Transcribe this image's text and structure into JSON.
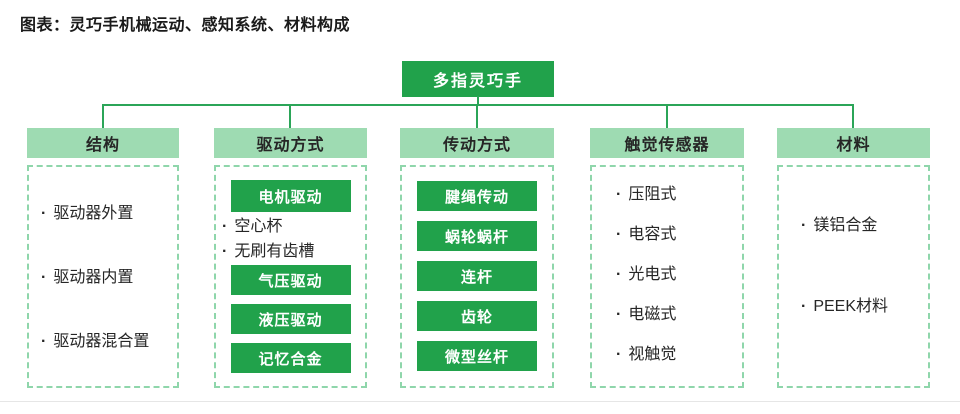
{
  "title": "图表：灵巧手机械运动、感知系统、材料构成",
  "bullet": "·",
  "root_node": "多指灵巧手",
  "colors": {
    "node_green": "#21a24b",
    "header_green": "#9edbb2",
    "dashed_border_green": "#8fd6ab",
    "connector_green": "#2ba558",
    "divider_gray": "#e6e6e6"
  },
  "columns": [
    {
      "header": "结构",
      "items": [
        {
          "style": "bullet",
          "label": "驱动器外置"
        },
        {
          "style": "bullet",
          "label": "驱动器内置"
        },
        {
          "style": "bullet",
          "label": "驱动器混合置"
        }
      ]
    },
    {
      "header": "驱动方式",
      "items": [
        {
          "style": "box",
          "label": "电机驱动"
        },
        {
          "style": "bullet",
          "label": "空心杯"
        },
        {
          "style": "bullet",
          "label": "无刷有齿槽"
        },
        {
          "style": "box",
          "label": "气压驱动"
        },
        {
          "style": "box",
          "label": "液压驱动"
        },
        {
          "style": "box",
          "label": "记忆合金"
        }
      ]
    },
    {
      "header": "传动方式",
      "items": [
        {
          "style": "box",
          "label": "腱绳传动"
        },
        {
          "style": "box",
          "label": "蜗轮蜗杆"
        },
        {
          "style": "box",
          "label": "连杆"
        },
        {
          "style": "box",
          "label": "齿轮"
        },
        {
          "style": "box",
          "label": "微型丝杆"
        }
      ]
    },
    {
      "header": "触觉传感器",
      "items": [
        {
          "style": "bullet",
          "label": "压阻式"
        },
        {
          "style": "bullet",
          "label": "电容式"
        },
        {
          "style": "bullet",
          "label": "光电式"
        },
        {
          "style": "bullet",
          "label": "电磁式"
        },
        {
          "style": "bullet",
          "label": "视触觉"
        }
      ]
    },
    {
      "header": "材料",
      "items": [
        {
          "style": "bullet",
          "label": "镁铝合金"
        },
        {
          "style": "bullet",
          "label": "PEEK材料"
        }
      ]
    }
  ]
}
